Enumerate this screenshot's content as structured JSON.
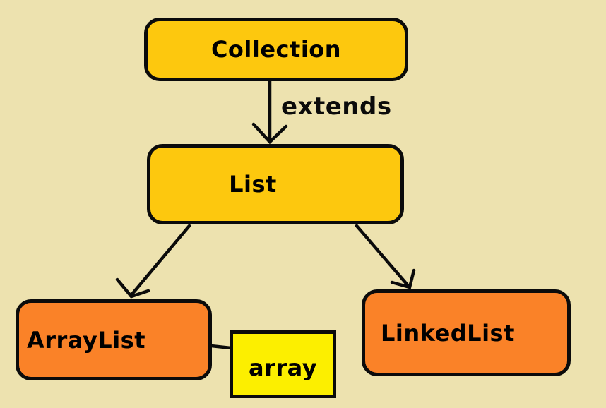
{
  "diagram": {
    "background_color": "#EDE2AF",
    "node_colors": {
      "interface": "#FDC80E",
      "class": "#FA8228",
      "note": "#FCEF00",
      "border": "#0b0b0b"
    },
    "nodes": {
      "collection": {
        "label": "Collection",
        "fill": "#FDC80E",
        "shape": "rounded"
      },
      "list": {
        "label": "List",
        "fill": "#FDC80E",
        "shape": "rounded"
      },
      "arraylist": {
        "label": "ArrayList",
        "fill": "#FA8228",
        "shape": "rounded"
      },
      "linkedlist": {
        "label": "LinkedList",
        "fill": "#FA8228",
        "shape": "rounded"
      },
      "array": {
        "label": "array",
        "fill": "#FCEF00",
        "shape": "rect"
      }
    },
    "edges": {
      "extends_label": "extends",
      "list": [
        {
          "from": "Collection",
          "to": "List",
          "label": "extends",
          "style": "arrow"
        },
        {
          "from": "List",
          "to": "ArrayList",
          "label": "",
          "style": "arrow"
        },
        {
          "from": "List",
          "to": "LinkedList",
          "label": "",
          "style": "arrow"
        },
        {
          "from": "ArrayList",
          "to": "array",
          "label": "",
          "style": "plain-line"
        }
      ]
    }
  }
}
